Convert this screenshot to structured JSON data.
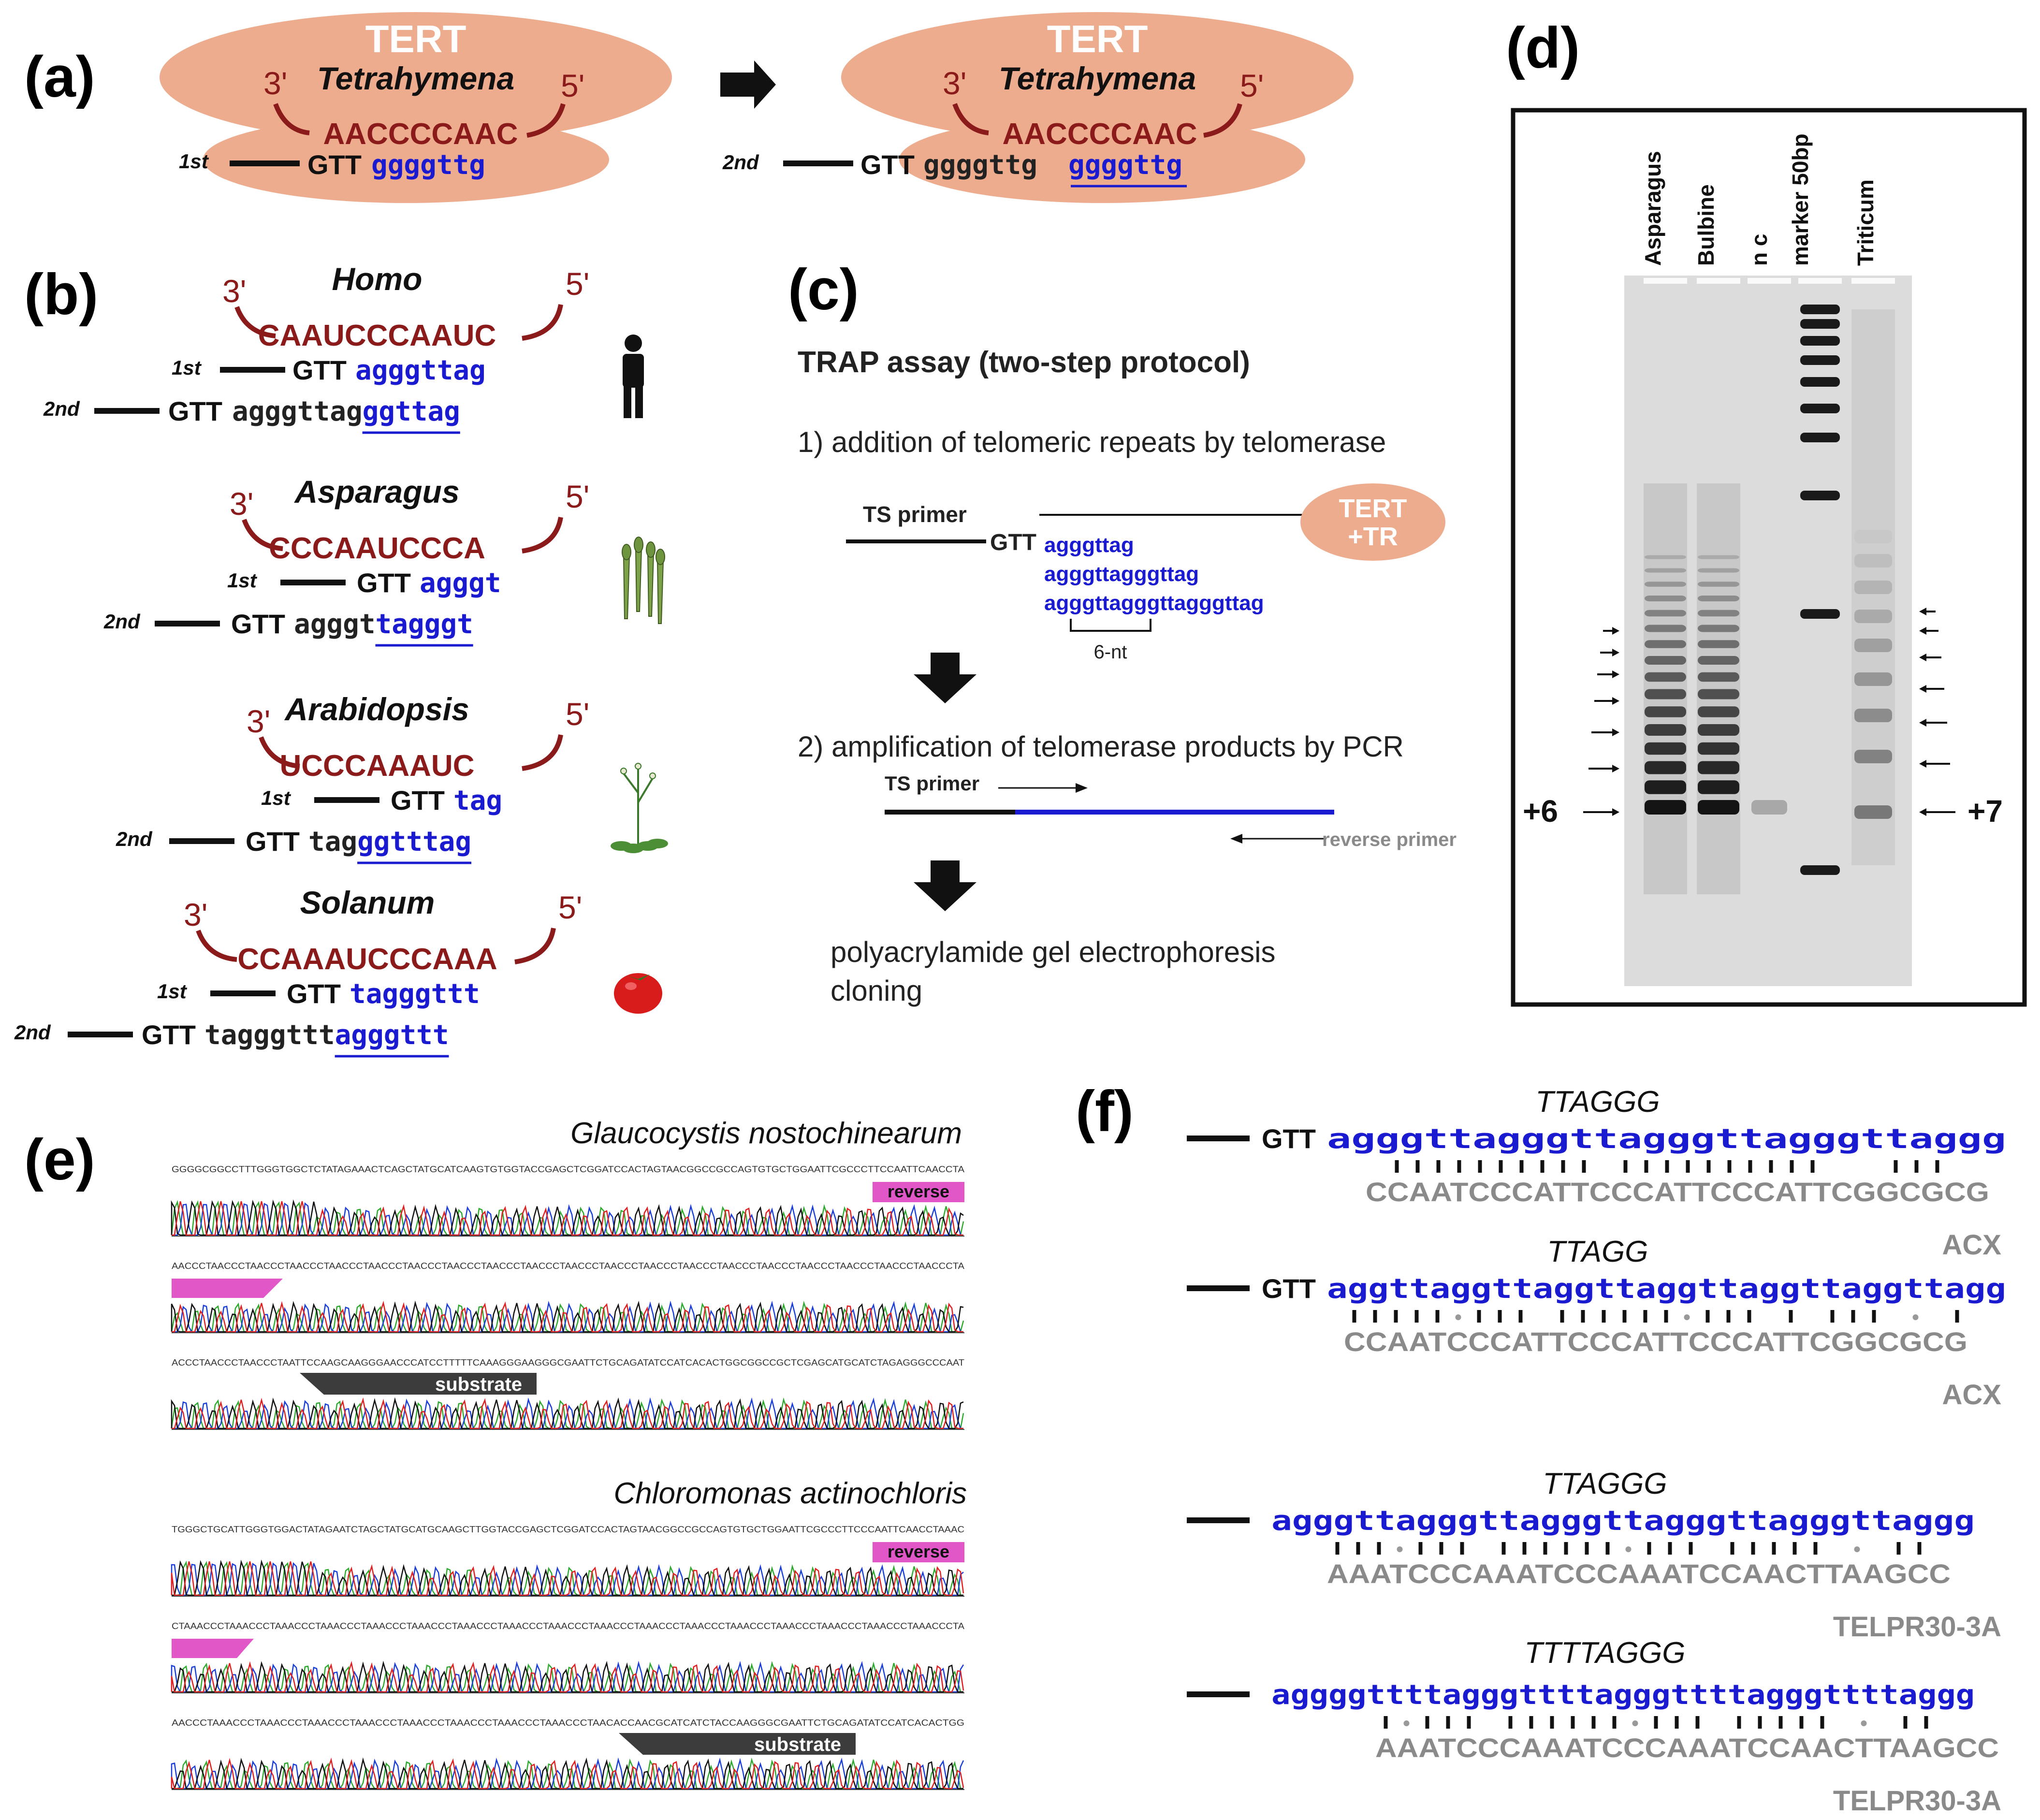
{
  "panels": {
    "a": "(a)",
    "b": "(b)",
    "c": "(c)",
    "d": "(d)",
    "e": "(e)",
    "f": "(f)"
  },
  "panel_a": {
    "enzyme_label": "TERT",
    "species": "Tetrahymena",
    "prime3": "3'",
    "prime5": "5'",
    "template": "AACCCCAAC",
    "step1": "1st",
    "step2": "2nd",
    "gtt": "GTT",
    "seq1": "ggggttg",
    "seq2_dark": "ggggttg",
    "seq2_blue": "ggggttg"
  },
  "panel_b": {
    "prime3": "3'",
    "prime5": "5'",
    "step1": "1st",
    "step2": "2nd",
    "gtt": "GTT",
    "entries": [
      {
        "species": "Homo",
        "template": "CAAUCCCAAUC",
        "seq1": "agggttag",
        "seq2_dark": "agggttag",
        "seq2_blue": "ggttag",
        "icon": "human-icon"
      },
      {
        "species": "Asparagus",
        "template": "CCCAAUCCCA",
        "seq1": "agggt",
        "seq2_dark": "agggt",
        "seq2_blue": "tagggt",
        "icon": "asparagus-icon"
      },
      {
        "species": "Arabidopsis",
        "template": "UCCCAAAUC",
        "seq1": "tag",
        "seq2_dark": "tag",
        "seq2_blue": "ggtttag",
        "icon": "arabidopsis-icon"
      },
      {
        "species": "Solanum",
        "template": "CCAAAUCCCAAA",
        "seq1": "tagggttt",
        "seq2_dark": "tagggttt",
        "seq2_blue": "agggttt",
        "icon": "tomato-icon"
      }
    ]
  },
  "panel_c": {
    "title": "TRAP assay (two-step protocol)",
    "step1": "1) addition of telomeric repeats by telomerase",
    "ts_primer": "TS primer",
    "gtt": "GTT",
    "enzyme": [
      "TERT",
      "+TR"
    ],
    "products": [
      "agggttag",
      "agggttagggttag",
      "agggttagggttagggttag"
    ],
    "nt_label": "6-nt",
    "step2": "2) amplification of telomerase products by PCR",
    "ts_primer2": "TS primer",
    "reverse_primer": "reverse primer",
    "final_lines": [
      "polyacrylamide gel electrophoresis",
      "cloning"
    ]
  },
  "panel_d": {
    "lanes": [
      "Asparagus",
      "Bulbine",
      "n c",
      "marker 50bp",
      "Triticum"
    ],
    "left_label": "+6",
    "right_label": "+7"
  },
  "panel_e": {
    "traces": [
      {
        "species": "Glaucocystis nostochinearum",
        "reverse": "reverse",
        "substrate": "substrate",
        "seq_lines": [
          "GGGGCGGCCTTTGGGTGGCTCTATAGAAACTCAGCTATGCATCAAGTGTGGTACCGAGCTCGGATCCACTAGTAACGGCCGCCAGTGTGCTGGAATTCGCCCTTCCAATTCAACCTA",
          "AACCCTAACCCTAACCCTAACCCTAACCCTAACCCTAACCCTAACCCTAACCCTAACCCTAACCCTAACCCTAACCCTAACCCTAACCCTAACCCTAACCCTAACCCTAACCCTAACCCTA",
          "ACCCTAACCCTAACCCTAATTCCAAGCAAGGGAACCCATCCTTTTTCAAAGGGAAGGGCGAATTCTGCAGATATCCATCACACTGGCGGCCGCTCGAGCATGCATCTAGAGGGCCCAAT"
        ]
      },
      {
        "species": "Chloromonas actinochloris",
        "reverse": "reverse",
        "substrate": "substrate",
        "seq_lines": [
          "TGGGCTGCATTGGGTGGACTATAGAATCTAGCTATGCATGCAAGCTTGGTACCGAGCTCGGATCCACTAGTAACGGCCGCCAGTGTGCTGGAATTCGCCCTTCCCAATTCAACCTAAAC",
          "CTAAACCCTAAACCCTAAACCCTAAACCCTAAACCCTAAACCCTAAACCCTAAACCCTAAACCCTAAACCCTAAACCCTAAACCCTAAACCCTAAACCCTAAACCCTAAACCCTAAACCCTA",
          "AACCCTAAACCCTAAACCCTAAACCCTAAACCCTAAACCCTAAACCCTAAACCCTAAACCCTAACACCAACGCATCATCTACCAAGGGCGAATTCTGCAGATATCCATCACACTGG"
        ]
      }
    ]
  },
  "panel_f": {
    "gtt": "GTT",
    "blocks": [
      {
        "title": "TTAGGG",
        "has_gtt": true,
        "blue": "agggttagggttagggttagggttaggg",
        "gray": "CCAATCCCATTCCCATTCCCATTCGGCGCG",
        "primer": "ACX"
      },
      {
        "title": "TTAGG",
        "has_gtt": true,
        "blue": "aggttaggttaggttaggttaggttaggttagg",
        "gray": "CCAATCCCATTCCCATTCCCATTCGGCGCG",
        "primer": "ACX"
      },
      {
        "title": "TTAGGG",
        "has_gtt": false,
        "blue": "agggttagggttagggttagggttagggttaggg",
        "gray": "AAATCCCAAATCCCAAATCCAACTTAAGCC",
        "primer": "TELPR30-3A"
      },
      {
        "title": "TTTTAGGG",
        "has_gtt": false,
        "blue": "aggggttttagggttttagggttttagggttttaggg",
        "gray": "AAATCCCAAATCCCAAATCCAACTTAAGCC",
        "primer": "TELPR30-3A"
      }
    ]
  },
  "colors": {
    "rna": "#8b1a1a",
    "dna_blue": "#1a1ad0",
    "tert_fill": "#eeac8e",
    "primer_gray": "#8a8a8a",
    "highlight_magenta": "#e257c8",
    "substrate_dark": "#3c3c3c"
  }
}
